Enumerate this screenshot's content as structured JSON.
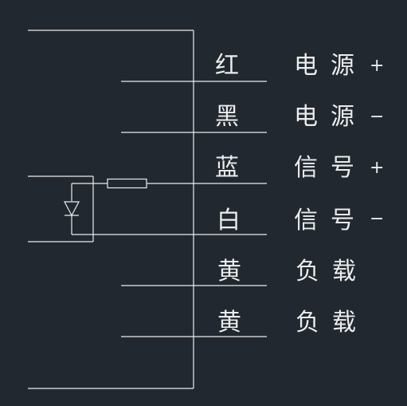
{
  "colors": {
    "background": "#212830",
    "stroke": "#ececec"
  },
  "wires": [
    {
      "color": "红",
      "function": "电源",
      "sign": "+"
    },
    {
      "color": "黑",
      "function": "电源",
      "sign": "−"
    },
    {
      "color": "蓝",
      "function": "信号",
      "sign": "+"
    },
    {
      "color": "白",
      "function": "信号",
      "sign": "−"
    },
    {
      "color": "黄",
      "function": "负载",
      "sign": ""
    },
    {
      "color": "黄",
      "function": "负载",
      "sign": ""
    }
  ]
}
